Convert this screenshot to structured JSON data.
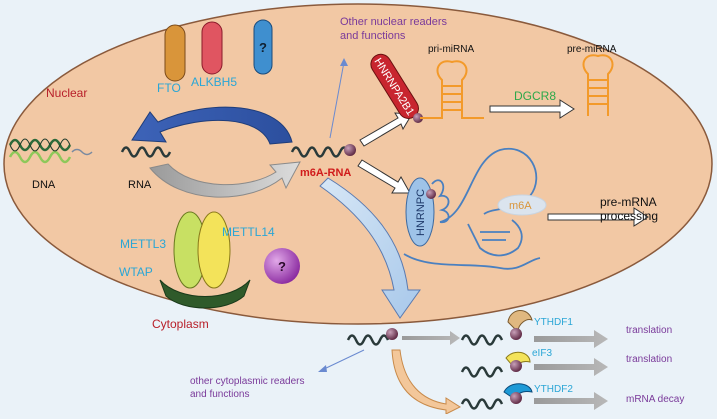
{
  "labels": {
    "nuclear": "Nuclear",
    "cytoplasm": "Cytoplasm",
    "dna": "DNA",
    "rna": "RNA",
    "m6a_rna": "m6A-RNA",
    "fto": "FTO",
    "alkbh5": "ALKBH5",
    "unknown": "?",
    "other_nuclear_line1": "Other nuclear readers",
    "other_nuclear_line2": "and functions",
    "hnrnpa2b1": "HNRNPA2B1",
    "pri_mirna": "pri-miRNA",
    "pre_mirna": "pre-miRNA",
    "dgcr8": "DGCR8",
    "hnrnpc": "HNRNPC",
    "m6a": "m6A",
    "pre_mrna_line1": "pre-mRNA",
    "pre_mrna_line2": "processing",
    "mettl3": "METTL3",
    "mettl14": "METTL14",
    "wtap": "WTAP",
    "ythdf1": "YTHDF1",
    "eif3": "eIF3",
    "ythdf2": "YTHDF2",
    "translation1": "translation",
    "translation2": "translation",
    "mrna_decay": "mRNA decay",
    "other_cyto_line1": "other cytoplasmic readers",
    "other_cyto_line2": "and functions"
  },
  "colors": {
    "nucleus_fill": "#f2c8a4",
    "fto": "#d9953a",
    "alkbh5": "#e05561",
    "unknown_protein": "#3f8fcf",
    "cyan_text": "#2aa6d6",
    "red_text": "#b8202a",
    "purple_text": "#7a3a9a",
    "green_text": "#2ea84a",
    "orange_hairpin": "#f39a2a",
    "hnrnpc": "#9ec3e8",
    "mettl3": "#c8e063",
    "mettl14": "#f3e35a",
    "wtap": "#2f5a2a",
    "decay_arrow": "#f3c79a"
  }
}
